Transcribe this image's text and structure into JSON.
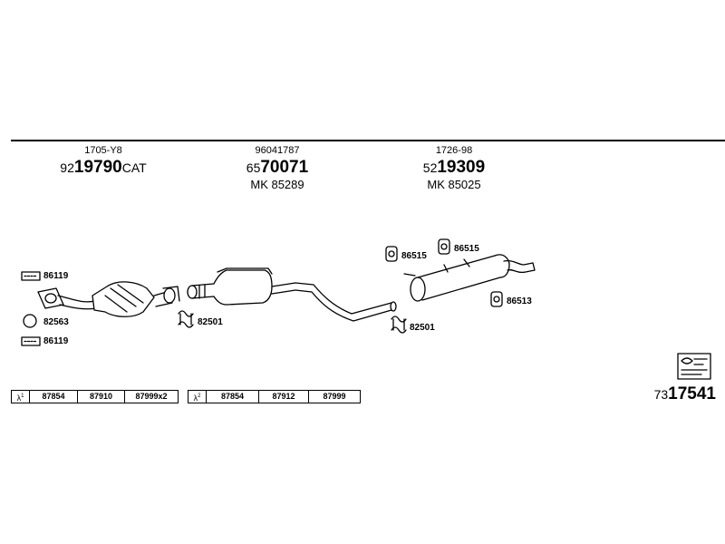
{
  "parts": [
    {
      "ref": "1705-Y8",
      "prefix": "92",
      "number": "19790",
      "suffix": "CAT",
      "mk": ""
    },
    {
      "ref": "96041787",
      "prefix": "65",
      "number": "70071",
      "suffix": "",
      "mk": "MK 85289"
    },
    {
      "ref": "1726-98",
      "prefix": "52",
      "number": "19309",
      "suffix": "",
      "mk": "MK 85025"
    }
  ],
  "callouts": {
    "gasket_top": "86119",
    "ring": "82563",
    "gasket_bottom": "86119",
    "clamp_front": "82501",
    "clamp_rear": "82501",
    "hanger_a": "86515",
    "hanger_b": "86515",
    "hanger_c": "86513"
  },
  "lambda_groups": [
    {
      "symbol": "λ",
      "index": "1",
      "cells": [
        "87854",
        "87910",
        "87999x2"
      ]
    },
    {
      "symbol": "λ",
      "index": "2",
      "cells": [
        "87854",
        "87912",
        "87999"
      ]
    }
  ],
  "total": {
    "prefix": "73",
    "number": "17541"
  }
}
